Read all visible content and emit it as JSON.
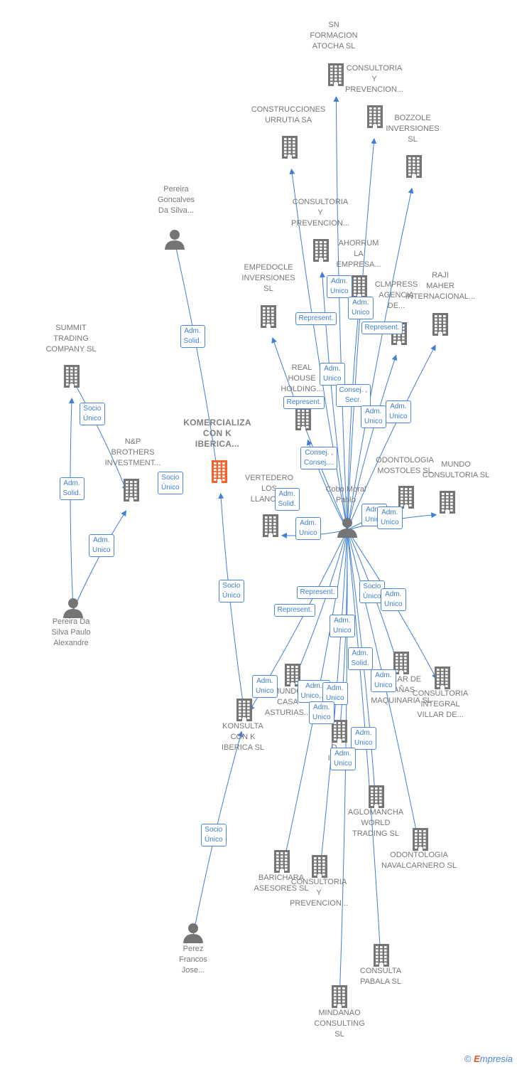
{
  "colors": {
    "edge": "#3f7fd6",
    "node": "#757575",
    "focus": "#f4632d",
    "label": "#777777"
  },
  "nodes": [
    {
      "id": "sn",
      "kind": "company",
      "lines": [
        "SN",
        "FORMACION",
        "ATOCHA SL"
      ]
    },
    {
      "id": "cyp1",
      "kind": "company",
      "lines": [
        "CONSULTORIA",
        "Y",
        "PREVENCION..."
      ]
    },
    {
      "id": "urrutia",
      "kind": "company",
      "lines": [
        "CONSTRUCCIONES",
        "URRUTIA SA"
      ]
    },
    {
      "id": "bozzole",
      "kind": "company",
      "lines": [
        "BOZZOLE",
        "INVERSIONES",
        "SL"
      ]
    },
    {
      "id": "pereira_g",
      "kind": "person",
      "lines": [
        "Pereira",
        "Goncalves",
        "Da Silva..."
      ]
    },
    {
      "id": "cyp2",
      "kind": "company",
      "lines": [
        "CONSULTORIA",
        "Y",
        "PREVENCION..."
      ]
    },
    {
      "id": "ahorrum",
      "kind": "company",
      "lines": [
        "AHORRUM",
        "LA",
        "EMPRESA..."
      ]
    },
    {
      "id": "empedocle",
      "kind": "company",
      "lines": [
        "EMPEDOCLE",
        "INVERSIONES",
        "SL"
      ]
    },
    {
      "id": "clmpress",
      "kind": "company",
      "lines": [
        "CLMPRESS",
        "AGENCIA",
        "DE..."
      ]
    },
    {
      "id": "raji",
      "kind": "company",
      "lines": [
        "RAJI",
        "MAHER",
        "INTERNACIONAL..."
      ]
    },
    {
      "id": "summit",
      "kind": "company",
      "lines": [
        "SUMMIT",
        "TRADING",
        "COMPANY  SL"
      ]
    },
    {
      "id": "real",
      "kind": "company",
      "lines": [
        "REAL",
        "HOUSE",
        "HOLDING..."
      ]
    },
    {
      "id": "np",
      "kind": "company",
      "lines": [
        "N&P",
        "BROTHERS",
        "INVESTMENT..."
      ]
    },
    {
      "id": "komercializa",
      "kind": "focus",
      "lines": [
        "KOMERCIALIZA",
        "CON K",
        "IBERICA..."
      ]
    },
    {
      "id": "mostoles",
      "kind": "company",
      "lines": [
        "ODONTOLOGIA",
        "MOSTOLES SL"
      ]
    },
    {
      "id": "mundo",
      "kind": "company",
      "lines": [
        "MUNDO",
        "CONSULTORIA SL"
      ]
    },
    {
      "id": "vertedero",
      "kind": "company",
      "lines": [
        "VERTEDERO",
        "LOS",
        "LLANOS..."
      ]
    },
    {
      "id": "cobo",
      "kind": "person",
      "lines": [
        "Cobo Moral",
        "Pablo"
      ]
    },
    {
      "id": "pereira_p",
      "kind": "person",
      "lines": [
        "Pereira Da",
        "Silva Paulo",
        "Alexandre"
      ]
    },
    {
      "id": "villar_canas",
      "kind": "company",
      "lines": [
        "VILLAR DE",
        "CAÑAS",
        "MAQUINARIA SL"
      ]
    },
    {
      "id": "villar_int",
      "kind": "company",
      "lines": [
        "CONSULTORIA",
        "INTEGRAL",
        "VILLAR DE..."
      ]
    },
    {
      "id": "casa_ast",
      "kind": "company",
      "lines": [
        "MUNDO",
        "CASA",
        "ASTURIAS..."
      ]
    },
    {
      "id": "konsulta",
      "kind": "company",
      "lines": [
        "KONSULTA",
        "CON K",
        "IBERICA  SL"
      ]
    },
    {
      "id": "dinv",
      "kind": "company",
      "lines": [
        "D...",
        "INV..."
      ]
    },
    {
      "id": "aglomancha",
      "kind": "company",
      "lines": [
        "AGLOMANCHA",
        "WORLD",
        "TRADING  SL"
      ]
    },
    {
      "id": "navalcarnero",
      "kind": "company",
      "lines": [
        "ODONTOLOGIA",
        "NAVALCARNERO SL"
      ]
    },
    {
      "id": "barichara",
      "kind": "company",
      "lines": [
        "BARICHARA",
        "ASESORES  SL"
      ]
    },
    {
      "id": "cyp3",
      "kind": "company",
      "lines": [
        "CONSULTORIA",
        "Y",
        "PREVENCION..."
      ]
    },
    {
      "id": "perez",
      "kind": "person",
      "lines": [
        "Perez",
        "Francos",
        "Jose..."
      ]
    },
    {
      "id": "pabala",
      "kind": "company",
      "lines": [
        "CONSULTA",
        "PABALA  SL"
      ]
    },
    {
      "id": "mindanao",
      "kind": "company",
      "lines": [
        "MINDANAO",
        "CONSULTING",
        "SL"
      ]
    }
  ],
  "relations": [
    [
      "Adm.",
      "Solid."
    ],
    [
      "Socio",
      "Único"
    ],
    [
      "Adm.",
      "Solid."
    ],
    [
      "Adm.",
      "Unico"
    ],
    [
      "Socio",
      "Único"
    ],
    [
      "Socio",
      "Único"
    ],
    [
      "Socio",
      "Único"
    ],
    [
      "Adm.",
      "Unico"
    ],
    [
      "Adm.",
      "Unico"
    ],
    [
      "Represent."
    ],
    [
      "Represent."
    ],
    [
      "Adm.",
      "Unico"
    ],
    [
      "Represent."
    ],
    [
      "Consej. ,",
      "Secr."
    ],
    [
      "Adm.",
      "Unico"
    ],
    [
      "Adm.",
      "Unico"
    ],
    [
      "Consej. ,",
      "Consej...."
    ],
    [
      "Adm.",
      "Solid."
    ],
    [
      "Adm.",
      "Unico"
    ],
    [
      "Adm.",
      "Unico"
    ],
    [
      "Adm.",
      "Unico"
    ],
    [
      "Represent."
    ],
    [
      "Represent."
    ],
    [
      "Socio",
      "Único"
    ],
    [
      "Adm.",
      "Unico"
    ],
    [
      "Adm.",
      "Unico"
    ],
    [
      "Adm.",
      "Solid."
    ],
    [
      "Adm.",
      "Unico"
    ],
    [
      "Adm.",
      "Unico"
    ],
    [
      "Adm.",
      "Unico,..."
    ],
    [
      "Adm.",
      "Unico"
    ],
    [
      "Adm.",
      "Unico"
    ],
    [
      "Adm.",
      "Unico"
    ],
    [
      "Adm.",
      "Unico"
    ]
  ],
  "footer": {
    "copyright": "©",
    "brand_first": "E",
    "brand_rest": "mpresia"
  }
}
